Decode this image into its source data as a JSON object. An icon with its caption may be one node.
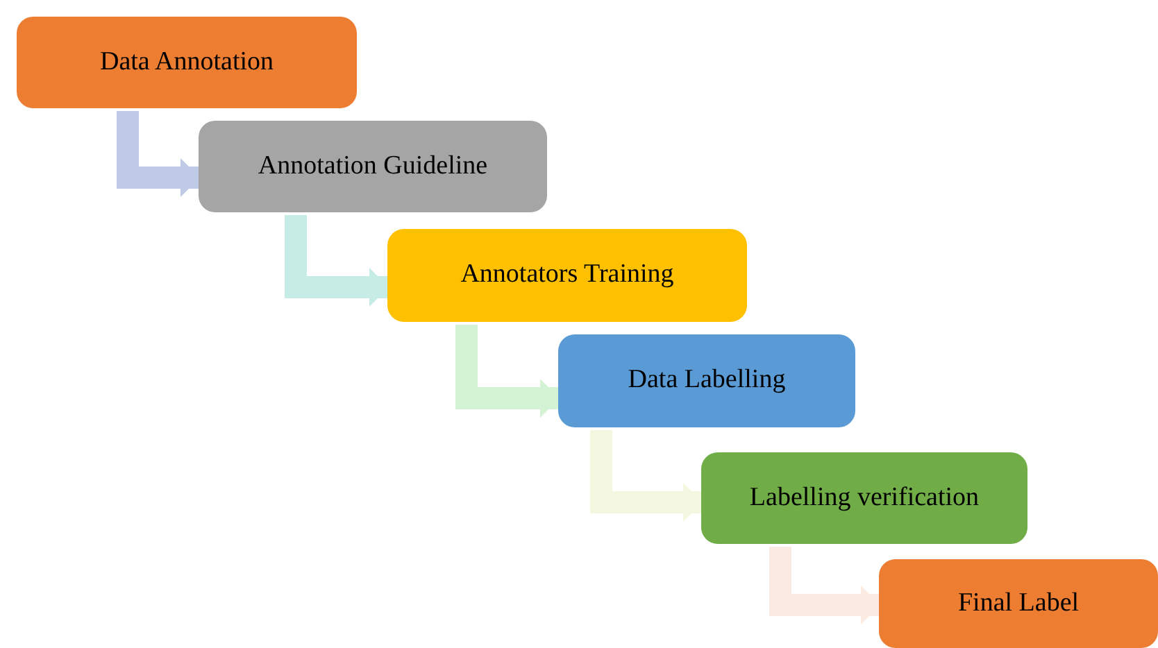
{
  "diagram": {
    "nodes": [
      {
        "text": [
          "Data Annotation"
        ]
      },
      {
        "text": [
          "Annotation Guideline"
        ]
      },
      {
        "text": [
          "Annotators Training"
        ]
      },
      {
        "text": [
          "Data Labelling"
        ]
      },
      {
        "text": [
          "Labelling verification"
        ]
      },
      {
        "text": [
          "Final Label"
        ]
      }
    ],
    "edges": [
      {
        "from": 0,
        "to": 1,
        "arrow": "to",
        "color": "#bfcae6"
      },
      {
        "from": 1,
        "to": 2,
        "arrow": "to",
        "color": "#c7ebe5"
      },
      {
        "from": 2,
        "to": 3,
        "arrow": "to",
        "color": "#d4f2d4"
      },
      {
        "from": 3,
        "to": 4,
        "arrow": "to",
        "color": "#f3f7df"
      },
      {
        "from": 4,
        "to": 5,
        "arrow": "to",
        "color": "#fbe9e4"
      }
    ]
  }
}
